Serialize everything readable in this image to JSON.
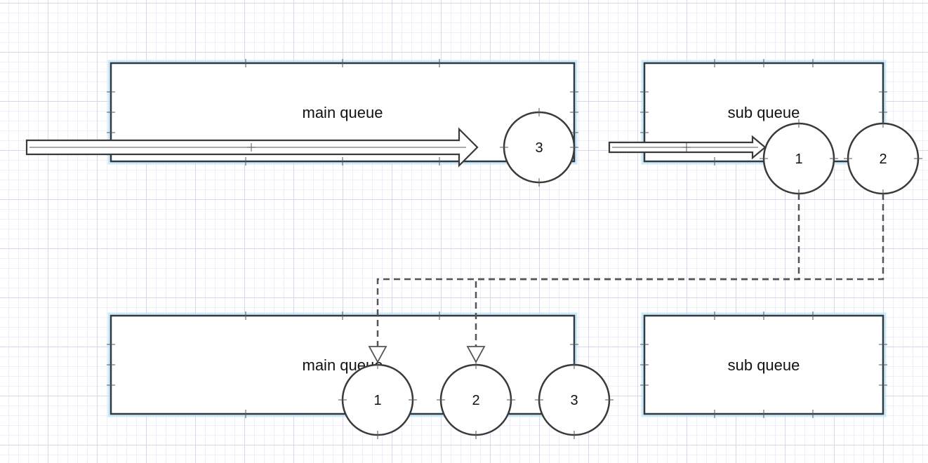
{
  "top": {
    "main_queue": {
      "label": "main queue",
      "items": [
        "3"
      ]
    },
    "sub_queue": {
      "label": "sub queue",
      "items": [
        "1",
        "2"
      ]
    }
  },
  "bottom": {
    "main_queue": {
      "label": "main queue",
      "items": [
        "1",
        "2",
        "3"
      ]
    },
    "sub_queue": {
      "label": "sub queue"
    }
  }
}
